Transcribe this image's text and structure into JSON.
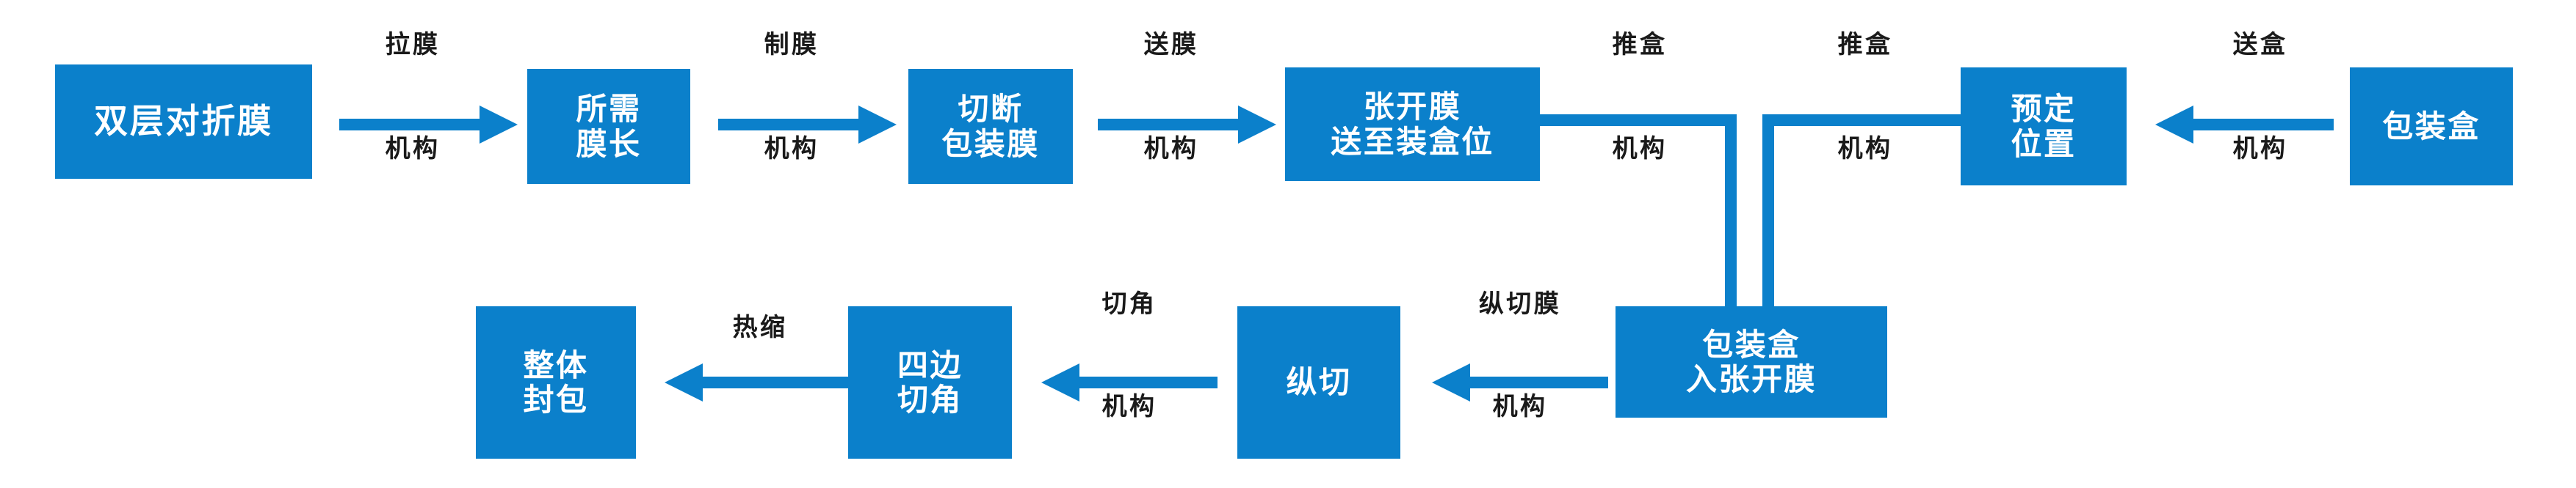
{
  "diagram": {
    "title_text": "",
    "accent_color": "#0B80CB",
    "label_color": "#1a1a1a",
    "box_text_color": "#ffffff"
  },
  "nodes": [
    {
      "id": "double-folded-film",
      "lines": [
        "双层对折膜"
      ]
    },
    {
      "id": "required-film-length",
      "lines": [
        "所需",
        "膜长"
      ]
    },
    {
      "id": "cut-packaging-film",
      "lines": [
        "切断",
        "包装膜"
      ]
    },
    {
      "id": "open-film-to-boxing",
      "lines": [
        "张开膜",
        "送至装盒位"
      ]
    },
    {
      "id": "preset-position",
      "lines": [
        "预定",
        "位置"
      ]
    },
    {
      "id": "packaging-box",
      "lines": [
        "包装盒"
      ]
    },
    {
      "id": "box-into-open-film",
      "lines": [
        "包装盒",
        "入张开膜"
      ]
    },
    {
      "id": "longitudinal-cut",
      "lines": [
        "纵切"
      ]
    },
    {
      "id": "four-side-corner-cut",
      "lines": [
        "四边",
        "切角"
      ]
    },
    {
      "id": "overall-sealing",
      "lines": [
        "整体",
        "封包"
      ]
    }
  ],
  "connector_labels": [
    {
      "id": "film-pulling-mechanism",
      "top": "拉膜",
      "bottom": "机构"
    },
    {
      "id": "film-making-mechanism",
      "top": "制膜",
      "bottom": "机构"
    },
    {
      "id": "film-feeding-mechanism",
      "top": "送膜",
      "bottom": "机构"
    },
    {
      "id": "box-pushing-mechanism-left",
      "top": "推盒",
      "bottom": "机构"
    },
    {
      "id": "box-pushing-mechanism-right",
      "top": "推盒",
      "bottom": "机构"
    },
    {
      "id": "box-feeding-mechanism",
      "top": "送盒",
      "bottom": "机构"
    },
    {
      "id": "longitudinal-film-mechanism",
      "top": "纵切膜",
      "bottom": "机构"
    },
    {
      "id": "corner-cut-mechanism",
      "top": "切角",
      "bottom": "机构"
    },
    {
      "id": "heat-shrink",
      "top": "热缩",
      "bottom": ""
    }
  ]
}
